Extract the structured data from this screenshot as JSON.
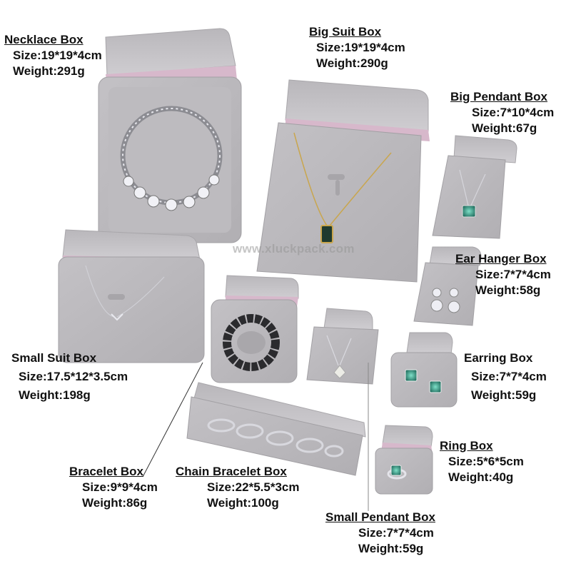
{
  "watermark": "www.xluckpack.com",
  "colors": {
    "velvet_light": "#c9c7cb",
    "velvet_mid": "#b3b1b5",
    "velvet_dark": "#9c9a9e",
    "pink_edge": "#d3b3c8"
  },
  "labels": {
    "necklace": {
      "title": "Necklace Box",
      "size": "Size:19*19*4cm",
      "weight": "Weight:291g"
    },
    "big_suit": {
      "title": "Big Suit Box",
      "size": "Size:19*19*4cm",
      "weight": "Weight:290g"
    },
    "big_pendant": {
      "title": "Big Pendant Box",
      "size": "Size:7*10*4cm",
      "weight": "Weight:67g"
    },
    "ear_hanger": {
      "title": "Ear Hanger Box",
      "size": "Size:7*7*4cm",
      "weight": "Weight:58g"
    },
    "small_suit": {
      "title": "Small Suit Box",
      "size": "Size:17.5*12*3.5cm",
      "weight": "Weight:198g"
    },
    "earring": {
      "title": "Earring Box",
      "size": "Size:7*7*4cm",
      "weight": "Weight:59g"
    },
    "ring": {
      "title": "Ring Box",
      "size": "Size:5*6*5cm",
      "weight": "Weight:40g"
    },
    "bracelet": {
      "title": "Bracelet Box",
      "size": "Size:9*9*4cm",
      "weight": "Weight:86g"
    },
    "chain_bracelet": {
      "title": "Chain Bracelet Box",
      "size": "Size:22*5.5*3cm",
      "weight": "Weight:100g"
    },
    "small_pendant": {
      "title": "Small Pendant Box",
      "size": "Size:7*7*4cm",
      "weight": "Weight:59g"
    }
  }
}
